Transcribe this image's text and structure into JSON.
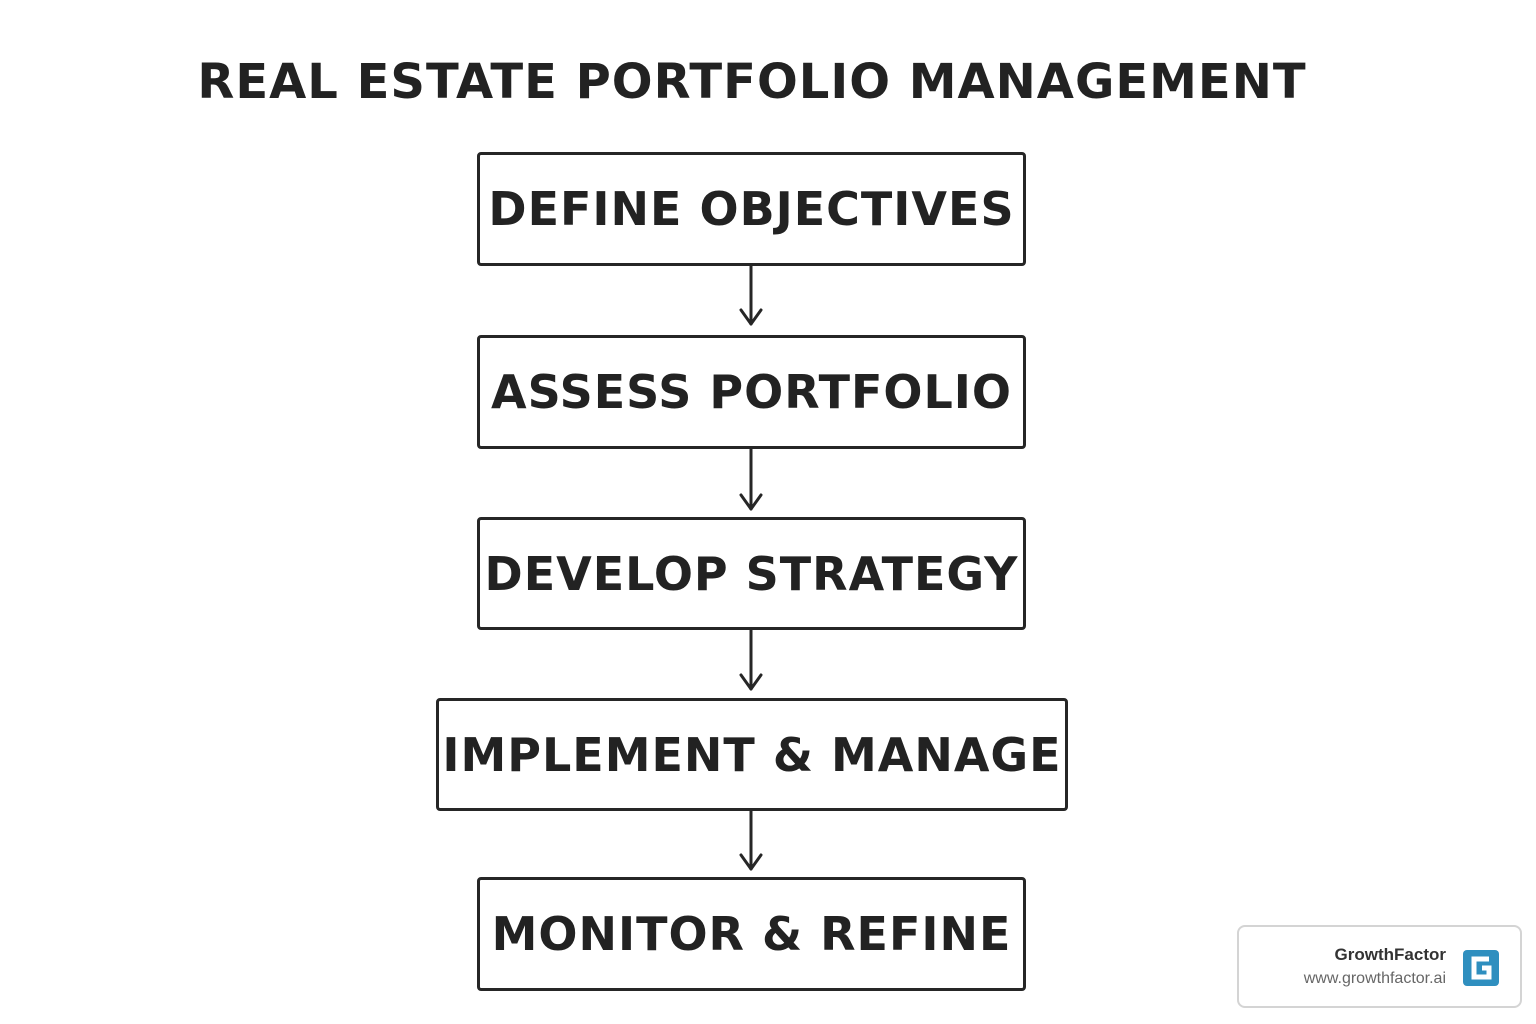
{
  "title": "REAL ESTATE PORTFOLIO MANAGEMENT",
  "steps": [
    {
      "label": "DEFINE OBJECTIVES"
    },
    {
      "label": "ASSESS PORTFOLIO"
    },
    {
      "label": "DEVELOP STRATEGY"
    },
    {
      "label": "IMPLEMENT & MANAGE"
    },
    {
      "label": "MONITOR & REFINE"
    }
  ],
  "brand": {
    "name": "GrowthFactor",
    "url": "www.growthfactor.ai",
    "logo_icon": "growthfactor-g-logo-icon",
    "accent_color": "#2f8fbf"
  },
  "colors": {
    "stroke": "#262626",
    "text": "#222222"
  }
}
